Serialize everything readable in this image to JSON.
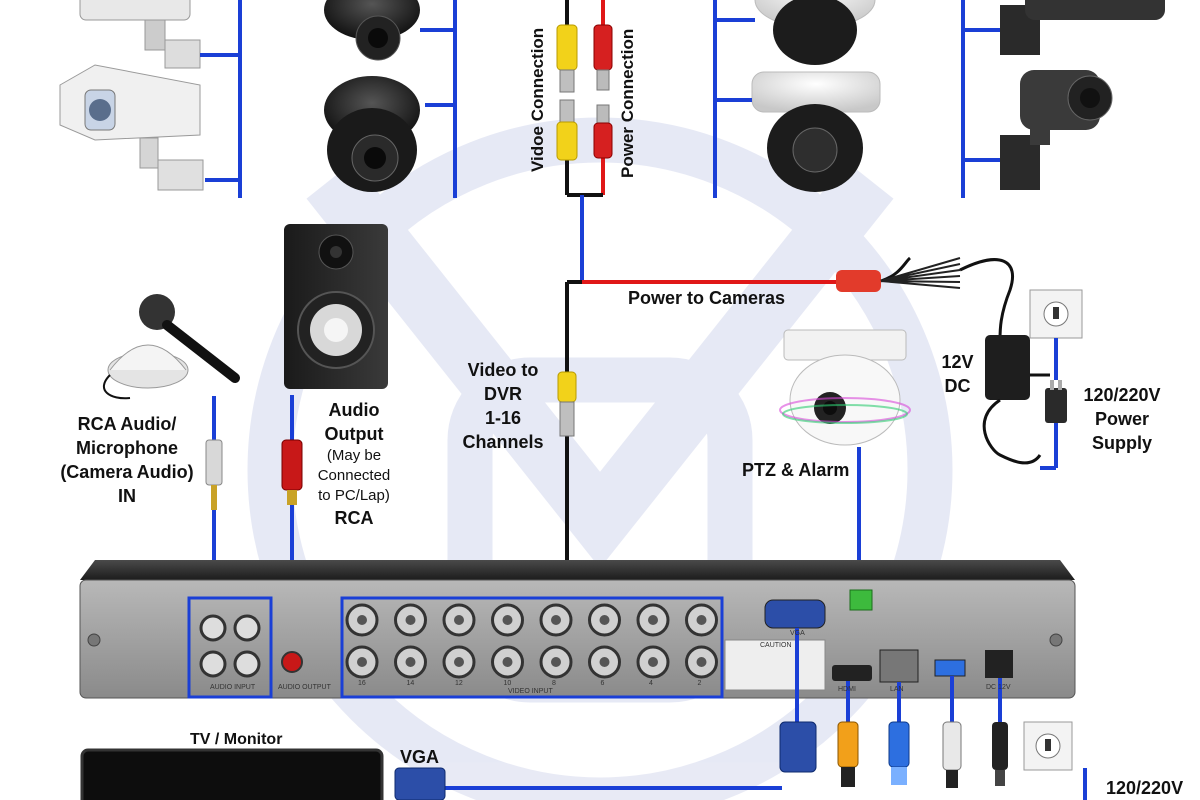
{
  "labels": {
    "video_connection": "Vidoe Connection",
    "power_connection": "Power Connection",
    "power_to_cameras": "Power to Cameras",
    "video_to_dvr": [
      "Video to",
      "DVR",
      "1-16",
      "Channels"
    ],
    "rca_audio": [
      "RCA Audio/",
      "Microphone",
      "(Camera Audio)",
      "IN"
    ],
    "audio_output": [
      "Audio",
      "Output"
    ],
    "audio_output_note": [
      "(May be",
      "Connected",
      "to PC/Lap)"
    ],
    "audio_output_rca": "RCA",
    "ptz_alarm": "PTZ & Alarm",
    "dc_12v": [
      "12V",
      "DC"
    ],
    "power_supply": [
      "120/220V",
      "Power",
      "Supply"
    ],
    "tv_monitor": "TV / Monitor",
    "vga": "VGA",
    "power_supply_bottom": "120/220V"
  },
  "panel": {
    "audio_input": "AUDIO INPUT",
    "audio_output": "AUDIO OUTPUT",
    "video_input": "VIDEO INPUT",
    "vga": "VGA",
    "hdmi": "HDMI",
    "lan": "LAN",
    "dc": "DC 12V",
    "caution": "CAUTION",
    "channel_numbers": [
      "16",
      "14",
      "12",
      "10",
      "8",
      "6",
      "4",
      "2"
    ]
  },
  "colors": {
    "wire_blue": "#1a3fd6",
    "wire_red": "#e01818",
    "wire_black": "#111111",
    "bnc_yellow": "#f2d21a",
    "dvr_body": "#2a2a2a",
    "panel_grey": "#9a9a9a"
  },
  "icons": [
    "box-camera-icon",
    "dome-camera-icon",
    "bullet-camera-icon",
    "microphone-icon",
    "speaker-icon",
    "ptz-camera-icon",
    "power-adapter-icon",
    "power-splitter-icon",
    "wall-socket-icon",
    "dvr-icon",
    "monitor-icon",
    "vga-plug-icon",
    "hdmi-plug-icon",
    "lan-plug-icon",
    "usb-plug-icon",
    "dc-plug-icon",
    "bnc-connector-icon",
    "rca-plug-icon",
    "audio-jack-icon"
  ]
}
